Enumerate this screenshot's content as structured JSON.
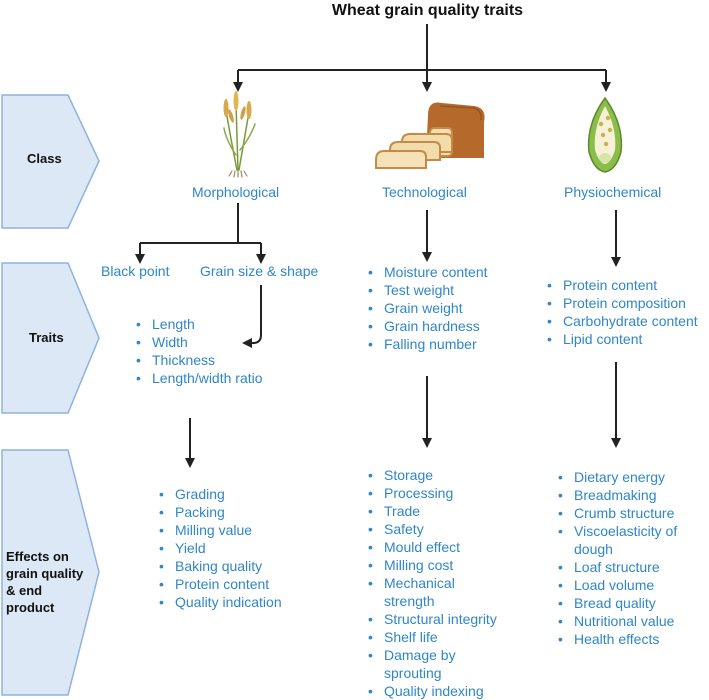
{
  "title": "Wheat grain quality traits",
  "row_labels": {
    "class": "Class",
    "traits": "Traits",
    "effects": "Effects on grain quality & end product"
  },
  "classes": {
    "morphological": "Morphological",
    "technological": "Technological",
    "physiochemical": "Physiochemical"
  },
  "morphological": {
    "branch_left": "Black point",
    "branch_right": "Grain size & shape",
    "traits": [
      "Length",
      "Width",
      "Thickness",
      "Length/width ratio"
    ],
    "effects": [
      "Grading",
      "Packing",
      "Milling value",
      "Yield",
      "Baking quality",
      "Protein content",
      "Quality indication"
    ]
  },
  "technological": {
    "traits": [
      "Moisture content",
      "Test weight",
      "Grain weight",
      "Grain hardness",
      "Falling number"
    ],
    "effects": [
      "Storage",
      "Processing",
      "Trade",
      "Safety",
      "Mould effect",
      "Milling cost",
      "Mechanical strength",
      "Structural integrity",
      "Shelf life",
      "Damage by sprouting",
      "Quality indexing"
    ]
  },
  "physiochemical": {
    "traits": [
      "Protein content",
      "Protein composition",
      "Carbohydrate content",
      "Lipid content"
    ],
    "effects": [
      "Dietary energy",
      "Breadmaking",
      "Crumb structure",
      "Viscoelasticity of dough",
      "Loaf structure",
      "Load volume",
      "Bread quality",
      "Nutritional value",
      "Health effects"
    ]
  },
  "icons": {
    "morphological": "wheat-plant-icon",
    "technological": "bread-loaf-icon",
    "physiochemical": "grain-cross-section-icon"
  },
  "colors": {
    "text_blue": "#2f86c9",
    "chevron_fill": "#dce8f5",
    "chevron_stroke": "#8fb3dc",
    "arrow": "#222222"
  }
}
